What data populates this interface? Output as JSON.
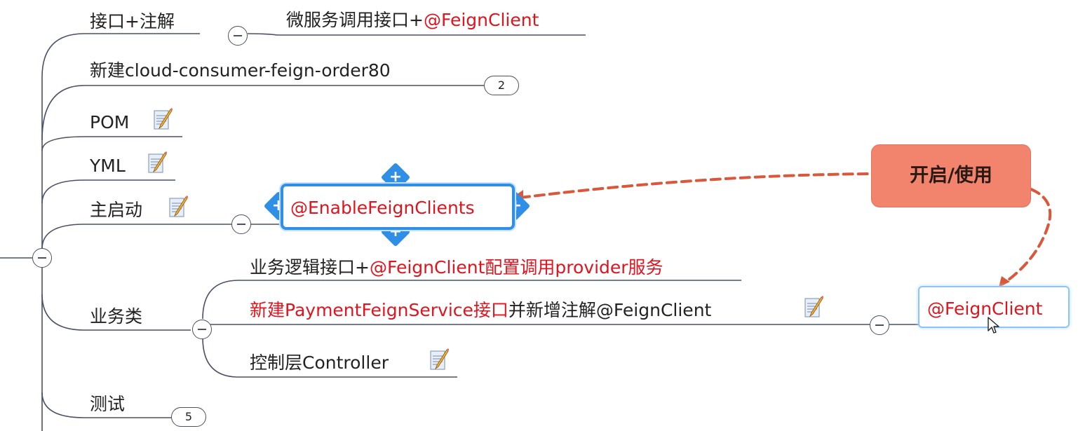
{
  "topics": {
    "interface": "接口+注解",
    "interface_child_plain": "微服务调用接口+",
    "interface_child_red": "@FeignClient",
    "new_module": "新建cloud-consumer-feign-order80",
    "new_module_count": "2",
    "pom": "POM",
    "yml": "YML",
    "main_start": "主启动",
    "enable_annotation": "@EnableFeignClients",
    "business": "业务类",
    "business_child1_plain": "业务逻辑接口+",
    "business_child1_red": "@FeignClient配置调用provider服务",
    "business_child2_red": "新建PaymentFeignService接口",
    "business_child2_plain": "并新增注解@FeignClient",
    "business_child3": "控制层Controller",
    "feign_client_node": "@FeignClient",
    "test": "测试",
    "test_count": "5"
  },
  "floating_topic": "开启/使用",
  "colors": {
    "line": "#4a5066",
    "red_text": "#e0141e",
    "selection": "#2f8fe6",
    "floating_fill": "#f2846d",
    "relationship": "#d9573a"
  },
  "icons": {
    "note": "note-icon",
    "collapse": "collapse-icon",
    "handle": "plus-handle-icon",
    "cursor": "cursor-icon"
  }
}
